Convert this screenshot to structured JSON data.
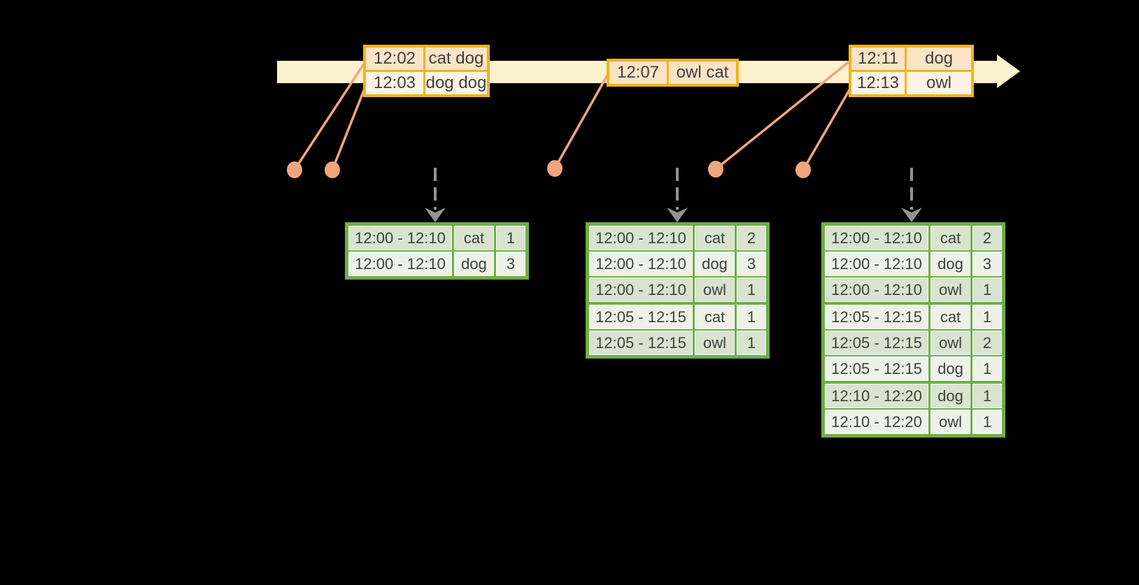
{
  "colors": {
    "timeline_fill": "#FCF2CF",
    "event_border": "#F0B41C",
    "event_row_fill_dark": "#FBE3C6",
    "event_row_fill_light": "#FDF2E5",
    "connector": "#F0A57D",
    "trigger_arrow": "#939393",
    "result_border": "#70AD47",
    "result_row_fill_dark": "#D8E4CF",
    "result_row_fill_light": "#EDF2E9",
    "text": "#404040",
    "background": "#000000"
  },
  "event_tables": [
    {
      "id": "events-1",
      "rows": [
        {
          "time": "12:02",
          "words": "cat dog"
        },
        {
          "time": "12:03",
          "words": "dog dog"
        }
      ]
    },
    {
      "id": "events-2",
      "rows": [
        {
          "time": "12:07",
          "words": "owl cat"
        }
      ]
    },
    {
      "id": "events-3",
      "rows": [
        {
          "time": "12:11",
          "words": "dog"
        },
        {
          "time": "12:13",
          "words": "owl"
        }
      ]
    }
  ],
  "result_tables": [
    {
      "id": "result-1",
      "rows": [
        {
          "window": "12:00 - 12:10",
          "word": "cat",
          "count": "1"
        },
        {
          "window": "12:00 - 12:10",
          "word": "dog",
          "count": "3"
        }
      ],
      "group_starts": []
    },
    {
      "id": "result-2",
      "rows": [
        {
          "window": "12:00 - 12:10",
          "word": "cat",
          "count": "2"
        },
        {
          "window": "12:00 - 12:10",
          "word": "dog",
          "count": "3"
        },
        {
          "window": "12:00 - 12:10",
          "word": "owl",
          "count": "1"
        },
        {
          "window": "12:05 - 12:15",
          "word": "cat",
          "count": "1"
        },
        {
          "window": "12:05 - 12:15",
          "word": "owl",
          "count": "1"
        }
      ],
      "group_starts": [
        3
      ]
    },
    {
      "id": "result-3",
      "rows": [
        {
          "window": "12:00 - 12:10",
          "word": "cat",
          "count": "2"
        },
        {
          "window": "12:00 - 12:10",
          "word": "dog",
          "count": "3"
        },
        {
          "window": "12:00 - 12:10",
          "word": "owl",
          "count": "1"
        },
        {
          "window": "12:05 - 12:15",
          "word": "cat",
          "count": "1"
        },
        {
          "window": "12:05 - 12:15",
          "word": "owl",
          "count": "2"
        },
        {
          "window": "12:05 - 12:15",
          "word": "dog",
          "count": "1"
        },
        {
          "window": "12:10 - 12:20",
          "word": "dog",
          "count": "1"
        },
        {
          "window": "12:10 - 12:20",
          "word": "owl",
          "count": "1"
        }
      ],
      "group_starts": [
        3,
        6
      ]
    }
  ]
}
